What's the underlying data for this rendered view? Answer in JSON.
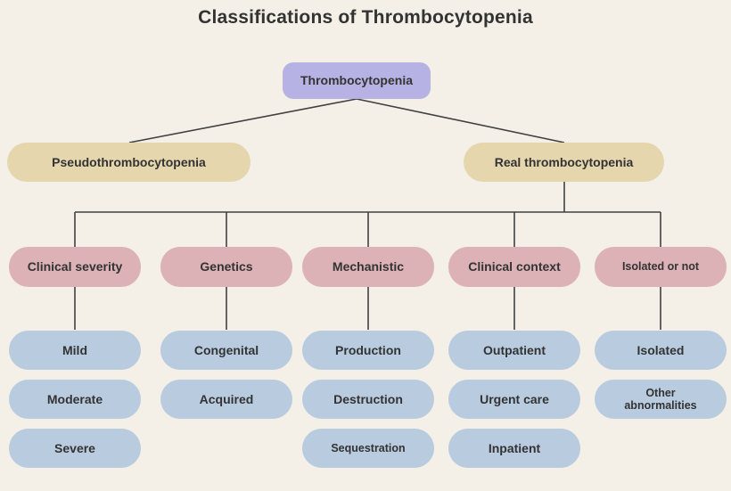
{
  "title": "Classifications of Thrombocytopenia",
  "root": {
    "label": "Thrombocytopenia"
  },
  "branches": [
    {
      "label": "Pseudothrombocytopenia"
    },
    {
      "label": "Real thrombocytopenia"
    }
  ],
  "columns": [
    {
      "category": "Clinical severity",
      "leaves": [
        "Mild",
        "Moderate",
        "Severe"
      ]
    },
    {
      "category": "Genetics",
      "leaves": [
        "Congenital",
        "Acquired"
      ]
    },
    {
      "category": "Mechanistic",
      "leaves": [
        "Production",
        "Destruction",
        "Sequestration"
      ]
    },
    {
      "category": "Clinical context",
      "leaves": [
        "Outpatient",
        "Urgent care",
        "Inpatient"
      ]
    },
    {
      "category": "Isolated or not",
      "leaves": [
        "Isolated",
        "Other abnormalities"
      ]
    }
  ],
  "colors": {
    "background": "#f4f0e7",
    "root_fill": "#b6b3e4",
    "level2_fill": "#e5d6ae",
    "category_fill": "#dcb2b7",
    "leaf_fill": "#b8cbdf",
    "text": "#333333",
    "line": "#404040"
  }
}
